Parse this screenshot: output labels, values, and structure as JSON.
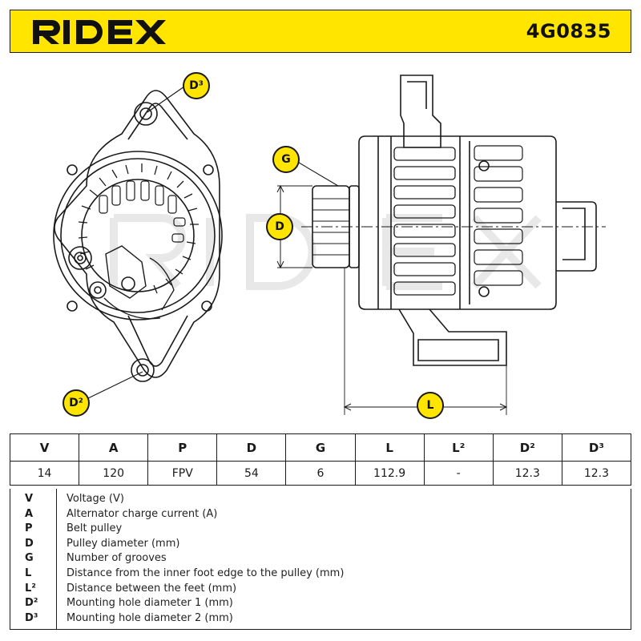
{
  "header": {
    "brand": "RIDEX",
    "part_number": "4G0835"
  },
  "callouts": {
    "d3": "D³",
    "d2": "D²",
    "g": "G",
    "d": "D",
    "l": "L"
  },
  "spec_table": {
    "headers": [
      "V",
      "A",
      "P",
      "D",
      "G",
      "L",
      "L²",
      "D²",
      "D³"
    ],
    "values": [
      "14",
      "120",
      "FPV",
      "54",
      "6",
      "112.9",
      "-",
      "12.3",
      "12.3"
    ]
  },
  "legend": [
    {
      "key": "V",
      "desc": "Voltage (V)"
    },
    {
      "key": "A",
      "desc": "Alternator charge current (A)"
    },
    {
      "key": "P",
      "desc": "Belt pulley"
    },
    {
      "key": "D",
      "desc": "Pulley diameter (mm)"
    },
    {
      "key": "G",
      "desc": "Number of grooves"
    },
    {
      "key": "L",
      "desc": "Distance from the inner foot edge to the pulley (mm)"
    },
    {
      "key": "L²",
      "desc": "Distance between the feet (mm)"
    },
    {
      "key": "D²",
      "desc": "Mounting hole diameter 1 (mm)"
    },
    {
      "key": "D³",
      "desc": "Mounting hole diameter 2 (mm)"
    }
  ],
  "colors": {
    "brand_yellow": "#ffe500",
    "ink": "#1a1a1a",
    "watermark": "#e6e6e6"
  }
}
